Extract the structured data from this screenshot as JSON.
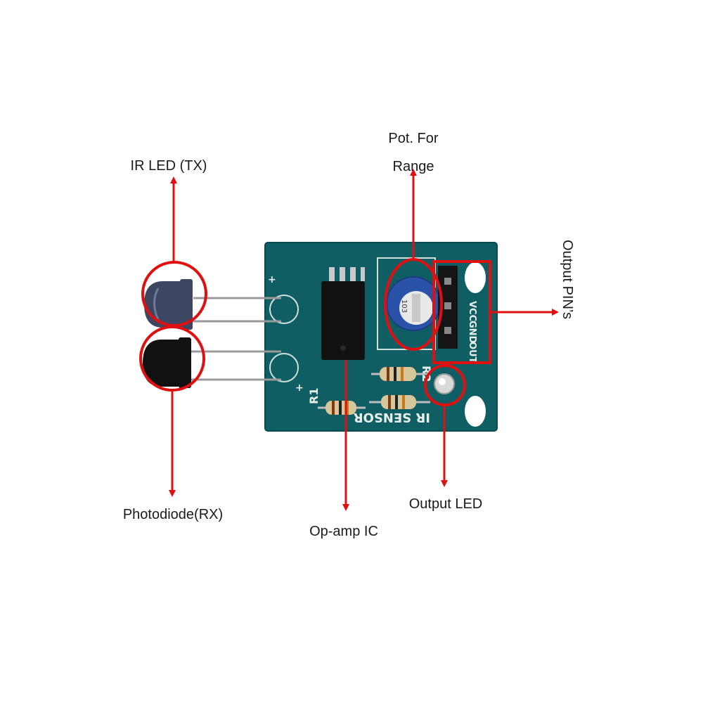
{
  "labels": {
    "ir_led": "IR LED (TX)",
    "pot_line1": "Pot. For",
    "pot_line2": "Range",
    "output_pins": "Output PIN’s",
    "photodiode": "Photodiode(RX)",
    "opamp": "Op-amp IC",
    "output_led": "Output LED"
  },
  "board_silkscreen": {
    "title": "IR SENSOR",
    "r1": "R1",
    "r2": "R2",
    "pins": [
      "VCC",
      "GND",
      "OUT"
    ],
    "pot_marking": "103",
    "plus_top": "+",
    "plus_bottom": "+"
  },
  "colors": {
    "pcb": "#0f5e63",
    "annotation": "#e01010",
    "label_text": "#1a1a1a"
  }
}
